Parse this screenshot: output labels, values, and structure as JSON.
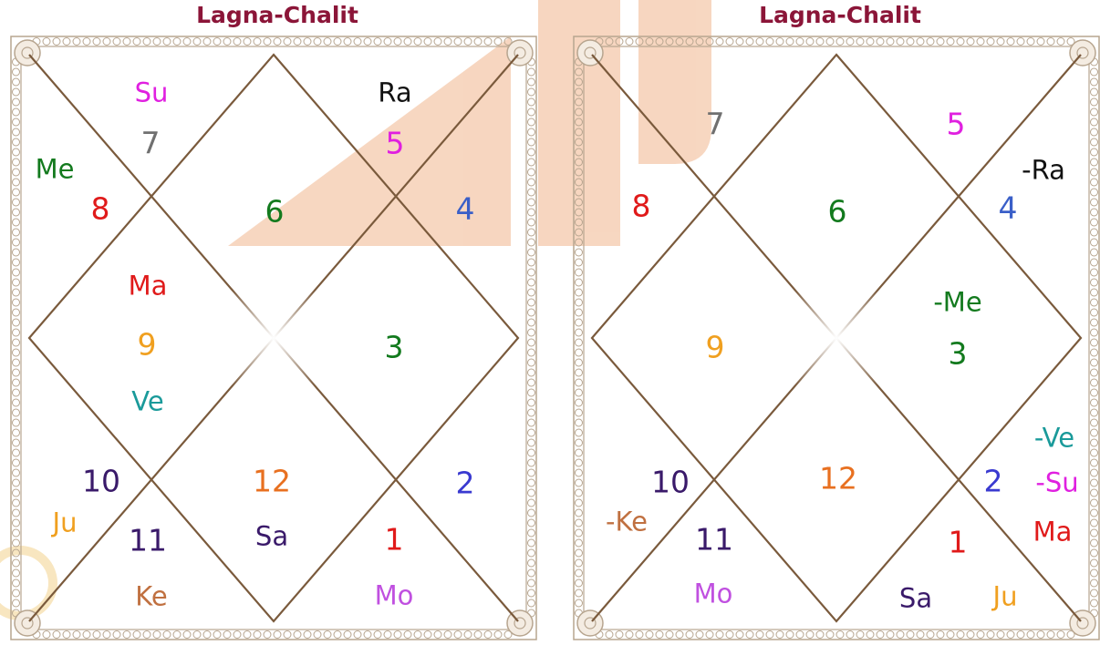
{
  "colors": {
    "title": "#8b1538",
    "line": "#7a5a3c",
    "border": "#b7a58f",
    "watermark": "#f6d0b6"
  },
  "charts": [
    {
      "title": "Lagna-Chalit",
      "labels": [
        {
          "id": "su",
          "text": "Su",
          "color": "#e020e0"
        },
        {
          "id": "h7",
          "text": "7",
          "color": "#707070",
          "kind": "num"
        },
        {
          "id": "ra",
          "text": "Ra",
          "color": "#111111"
        },
        {
          "id": "h5",
          "text": "5",
          "color": "#e020e0",
          "kind": "num"
        },
        {
          "id": "me",
          "text": "Me",
          "color": "#137a1e"
        },
        {
          "id": "h8",
          "text": "8",
          "color": "#e01a1a",
          "kind": "num"
        },
        {
          "id": "h6",
          "text": "6",
          "color": "#137a1e",
          "kind": "num"
        },
        {
          "id": "h4",
          "text": "4",
          "color": "#3a5fc8",
          "kind": "num"
        },
        {
          "id": "ma",
          "text": "Ma",
          "color": "#e01a1a"
        },
        {
          "id": "h9",
          "text": "9",
          "color": "#f0a020",
          "kind": "num"
        },
        {
          "id": "h3",
          "text": "3",
          "color": "#137a1e",
          "kind": "num"
        },
        {
          "id": "ve",
          "text": "Ve",
          "color": "#1a9a9a"
        },
        {
          "id": "h10",
          "text": "10",
          "color": "#3a1a6a",
          "kind": "num"
        },
        {
          "id": "h12",
          "text": "12",
          "color": "#e87020",
          "kind": "num"
        },
        {
          "id": "h2",
          "text": "2",
          "color": "#3a3ad0",
          "kind": "num"
        },
        {
          "id": "ju",
          "text": "Ju",
          "color": "#f0a020"
        },
        {
          "id": "h11",
          "text": "11",
          "color": "#3a1a6a",
          "kind": "num"
        },
        {
          "id": "sa",
          "text": "Sa",
          "color": "#3a1a6a"
        },
        {
          "id": "h1",
          "text": "1",
          "color": "#e01a1a",
          "kind": "num"
        },
        {
          "id": "ke",
          "text": "Ke",
          "color": "#c07040"
        },
        {
          "id": "mo",
          "text": "Mo",
          "color": "#c050e0"
        }
      ]
    },
    {
      "title": "Lagna-Chalit",
      "labels": [
        {
          "id": "h7",
          "text": "7",
          "color": "#707070",
          "kind": "num"
        },
        {
          "id": "h5",
          "text": "5",
          "color": "#e020e0",
          "kind": "num"
        },
        {
          "id": "ra",
          "text": "-Ra",
          "color": "#111111"
        },
        {
          "id": "h8",
          "text": "8",
          "color": "#e01a1a",
          "kind": "num"
        },
        {
          "id": "h6",
          "text": "6",
          "color": "#137a1e",
          "kind": "num"
        },
        {
          "id": "h4",
          "text": "4",
          "color": "#3a5fc8",
          "kind": "num"
        },
        {
          "id": "me",
          "text": "-Me",
          "color": "#137a1e"
        },
        {
          "id": "h9",
          "text": "9",
          "color": "#f0a020",
          "kind": "num"
        },
        {
          "id": "h3",
          "text": "3",
          "color": "#137a1e",
          "kind": "num"
        },
        {
          "id": "ve",
          "text": "-Ve",
          "color": "#1a9a9a"
        },
        {
          "id": "h10",
          "text": "10",
          "color": "#3a1a6a",
          "kind": "num"
        },
        {
          "id": "h12",
          "text": "12",
          "color": "#e87020",
          "kind": "num"
        },
        {
          "id": "h2",
          "text": "2",
          "color": "#3a3ad0",
          "kind": "num"
        },
        {
          "id": "su",
          "text": "-Su",
          "color": "#e020e0"
        },
        {
          "id": "ke",
          "text": "-Ke",
          "color": "#c07040"
        },
        {
          "id": "ma",
          "text": "Ma",
          "color": "#e01a1a"
        },
        {
          "id": "h11",
          "text": "11",
          "color": "#3a1a6a",
          "kind": "num"
        },
        {
          "id": "h1",
          "text": "1",
          "color": "#e01a1a",
          "kind": "num"
        },
        {
          "id": "mo",
          "text": "Mo",
          "color": "#c050e0"
        },
        {
          "id": "sa",
          "text": "Sa",
          "color": "#3a1a6a"
        },
        {
          "id": "ju",
          "text": "Ju",
          "color": "#f0a020"
        }
      ]
    }
  ]
}
